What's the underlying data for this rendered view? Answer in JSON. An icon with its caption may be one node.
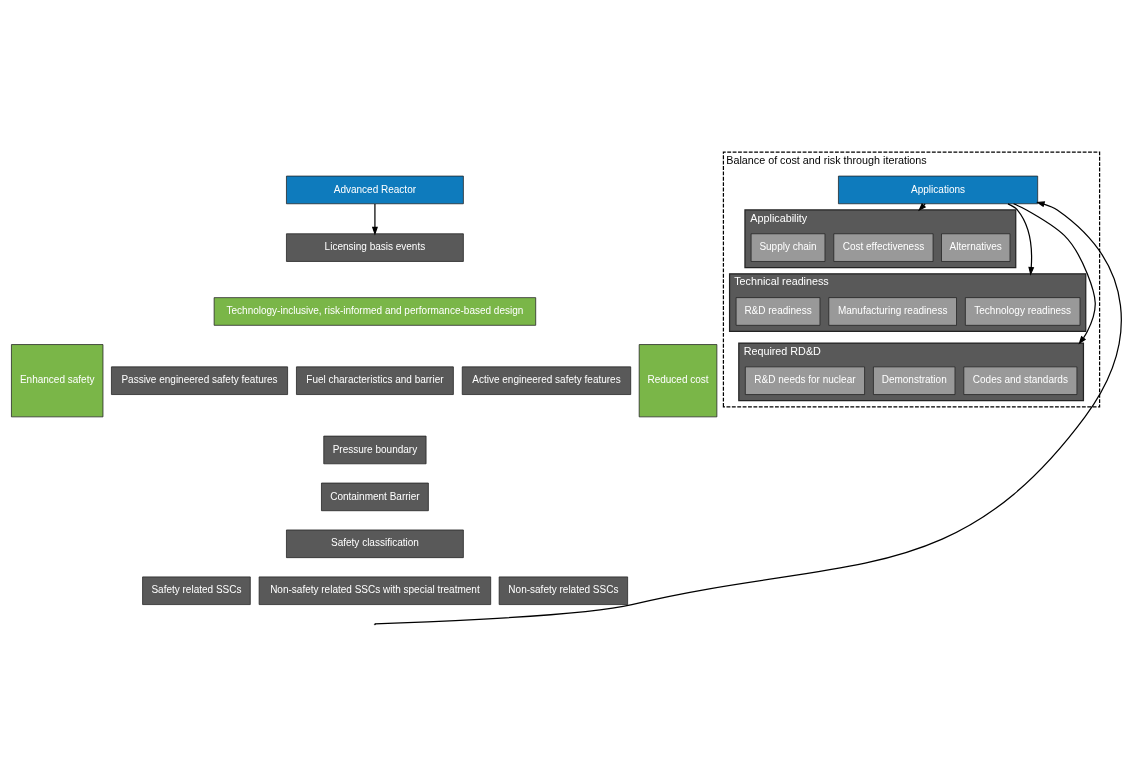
{
  "diagram": {
    "nodes": [
      {
        "text": [
          "Advanced Reactor"
        ]
      },
      {
        "text": [
          "Licensing basis events"
        ]
      },
      {
        "text": [
          "Technology-inclusive, risk-informed and performance-based design"
        ]
      },
      {
        "text": [
          "Enhanced safety"
        ]
      },
      {
        "text": [
          "Passive engineered safety features"
        ]
      },
      {
        "text": [
          "Fuel characteristics and barrier"
        ]
      },
      {
        "text": [
          "Active engineered safety features"
        ]
      },
      {
        "text": [
          "Pressure boundary"
        ]
      },
      {
        "text": [
          "Containment Barrier"
        ]
      },
      {
        "text": [
          "Reduced cost"
        ]
      },
      {
        "text": [
          "Safety classification"
        ]
      },
      {
        "text": [
          "Safety related SSCs"
        ]
      },
      {
        "text": [
          "Non-safety related SSCs with special treatment"
        ]
      },
      {
        "text": [
          "Non-safety related SSCs"
        ]
      },
      {
        "text": [
          "Balance of cost and risk through iterations"
        ]
      },
      {
        "text": [
          "Applications"
        ],
        "in": 14
      },
      {
        "text": [
          "Applicability"
        ],
        "in": 14
      },
      {
        "text": [
          "Cost effectiveness"
        ],
        "in": 16
      },
      {
        "text": [
          "Supply chain"
        ],
        "in": 16
      },
      {
        "text": [
          "Alternatives"
        ],
        "in": 16
      },
      {
        "text": [
          "Technical readiness"
        ],
        "in": 14
      },
      {
        "text": [
          "Technology readiness"
        ],
        "in": 20
      },
      {
        "text": [
          "R&D readiness"
        ],
        "in": 20
      },
      {
        "text": [
          "Manufacturing readiness"
        ],
        "in": 20
      },
      {
        "text": [
          "Required RD&D"
        ],
        "in": 14
      },
      {
        "text": [
          "Codes and standards"
        ],
        "in": 24
      },
      {
        "text": [
          "R&D needs for nuclear"
        ],
        "in": 24
      },
      {
        "text": [
          "Demonstration"
        ],
        "in": 24
      }
    ],
    "edges": [
      {
        "from": 0,
        "to": 1,
        "arrow": "to"
      },
      {
        "from": null,
        "to": 15,
        "arrow": "to"
      },
      {
        "from": 15,
        "to": 16,
        "arrow": "to"
      },
      {
        "from": 15,
        "to": 20,
        "arrow": "to"
      },
      {
        "from": 15,
        "to": 24,
        "arrow": "to"
      }
    ]
  }
}
